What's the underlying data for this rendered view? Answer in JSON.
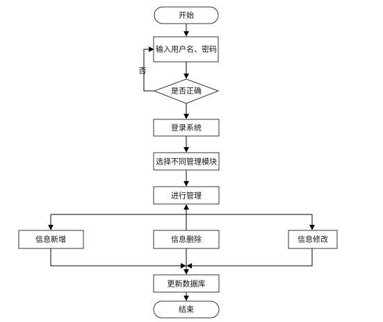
{
  "nodes": {
    "start": "开始",
    "input": "输入用户名、密码",
    "check": "是否正确",
    "login": "登录系统",
    "select": "选择不同管理模块",
    "manage": "进行管理",
    "add": "信息新增",
    "delete": "信息删除",
    "modify": "信息修改",
    "update": "更新数据库",
    "end": "结束"
  },
  "edge_labels": {
    "no": "否"
  }
}
